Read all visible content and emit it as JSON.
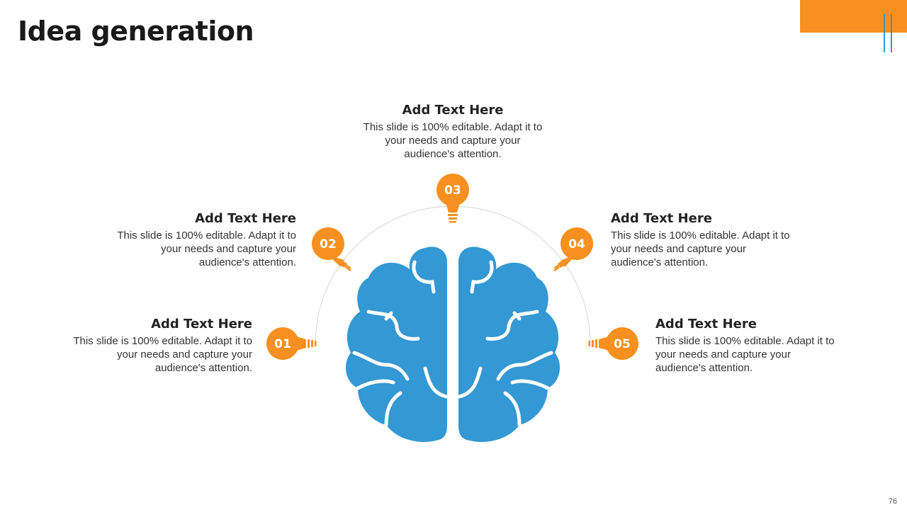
{
  "slide": {
    "title": "Idea generation",
    "page_number": "76"
  },
  "colors": {
    "accent_orange": "#f7901e",
    "brain_blue": "#3398d3",
    "text_dark": "#222222"
  },
  "items": [
    {
      "number": "01",
      "heading": "Add Text Here",
      "body": "This slide is 100% editable. Adapt it to your needs and capture your audience's attention."
    },
    {
      "number": "02",
      "heading": "Add Text Here",
      "body": "This slide is 100% editable. Adapt it to your needs and capture your audience's attention."
    },
    {
      "number": "03",
      "heading": "Add Text Here",
      "body": "This slide is 100% editable. Adapt it to your needs and capture your audience's attention."
    },
    {
      "number": "04",
      "heading": "Add Text Here",
      "body": "This slide is 100% editable. Adapt it to your needs and capture your audience's attention."
    },
    {
      "number": "05",
      "heading": "Add Text Here",
      "body": "This slide is 100% editable. Adapt it to your needs and capture your audience's attention."
    }
  ],
  "icons": {
    "brain": "brain-icon",
    "bulb": "lightbulb-icon"
  }
}
